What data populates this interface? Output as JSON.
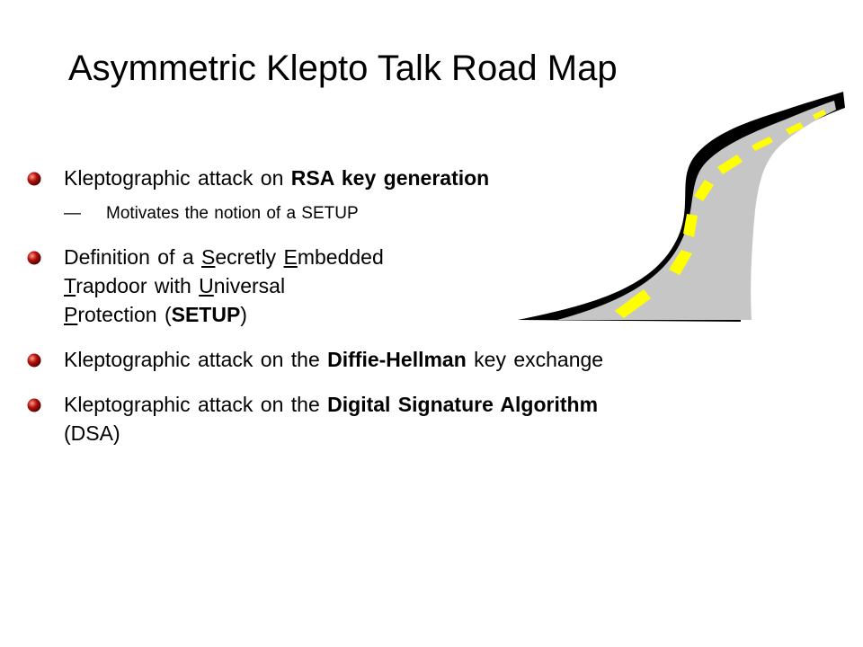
{
  "slide": {
    "title": "Asymmetric Klepto Talk Road Map",
    "bullet_1": {
      "text_pre": "Kleptographic attack on ",
      "text_bold": "RSA key generation",
      "sub_dash": "—",
      "sub_text": "Motivates the notion of a SETUP"
    },
    "bullet_2": {
      "line1_pre": "Definition of a ",
      "l_s": "S",
      "line1_mid": "ecretly ",
      "l_e": "E",
      "line1_post": "mbedded",
      "l_t": "T",
      "line2_mid": "rapdoor with ",
      "l_u": "U",
      "line2_post": "niversal",
      "l_p": "P",
      "line3_mid": "rotection (",
      "line3_bold": "SETUP",
      "line3_post": ")"
    },
    "bullet_3": {
      "text_pre": "Kleptographic attack on the ",
      "text_bold": "Diffie-Hellman",
      "text_post": " key exchange"
    },
    "bullet_4": {
      "text_pre": "Kleptographic attack on the ",
      "text_bold": "Digital Signature Algorithm",
      "text_post": "(DSA)"
    }
  },
  "colors": {
    "bullet": "#b3100c",
    "road_edge": "#000000",
    "road_surface": "#c6c6c6",
    "lane_mark": "#ffff00"
  },
  "icons": {
    "bullet": "sphere-bullet-icon",
    "graphic": "winding-road-illustration"
  }
}
